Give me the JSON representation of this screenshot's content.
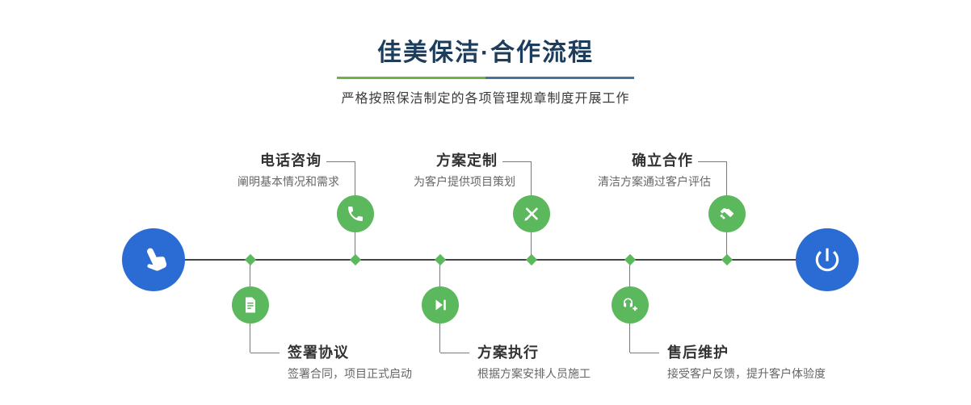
{
  "page": {
    "title": "佳美保洁·合作流程",
    "subtitle": "严格按照保洁制定的各项管理规章制度开展工作"
  },
  "steps_top": [
    {
      "title": "电话咨询",
      "desc": "阐明基本情况和需求",
      "icon": "phone-icon"
    },
    {
      "title": "方案定制",
      "desc": "为客户提供项目策划",
      "icon": "design-icon"
    },
    {
      "title": "确立合作",
      "desc": "清洁方案通过客户评估",
      "icon": "handshake-icon"
    }
  ],
  "steps_bottom": [
    {
      "title": "签署协议",
      "desc": "签署合同，项目正式启动",
      "icon": "contract-icon"
    },
    {
      "title": "方案执行",
      "desc": "根据方案安排人员施工",
      "icon": "execute-icon"
    },
    {
      "title": "售后维护",
      "desc": "接受客户反馈，提升客户体验度",
      "icon": "support-icon"
    }
  ],
  "endpoints": {
    "start_icon": "pointer-hand-icon",
    "end_icon": "power-icon"
  },
  "colors": {
    "green": "#5cb85c",
    "blue": "#2a6cd3",
    "title_color": "#1d3d5c",
    "line": "#444444",
    "connector": "#7a7a7a",
    "divider_green": "#6cb33f",
    "divider_blue": "#44749d",
    "label_color": "#333333",
    "desc_color": "#666666"
  }
}
